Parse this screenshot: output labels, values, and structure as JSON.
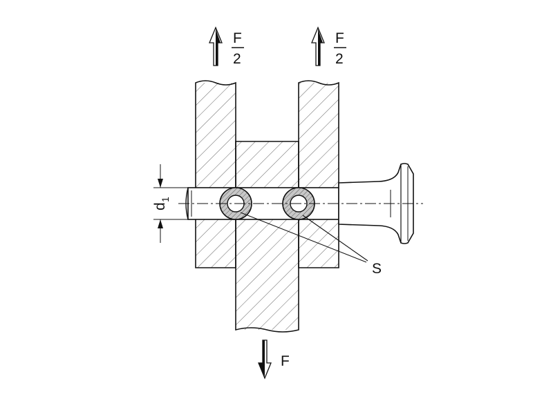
{
  "labels": {
    "force_left": {
      "numerator": "F",
      "denominator": "2"
    },
    "force_right": {
      "numerator": "F",
      "denominator": "2"
    },
    "force_bottom": "F",
    "diameter": {
      "main": "d",
      "sub": "1"
    },
    "shear_planes": "S"
  },
  "colors": {
    "line": "#111111",
    "hatch": "#6f6f6f",
    "ring": "#c8c8c8",
    "background": "#ffffff"
  }
}
